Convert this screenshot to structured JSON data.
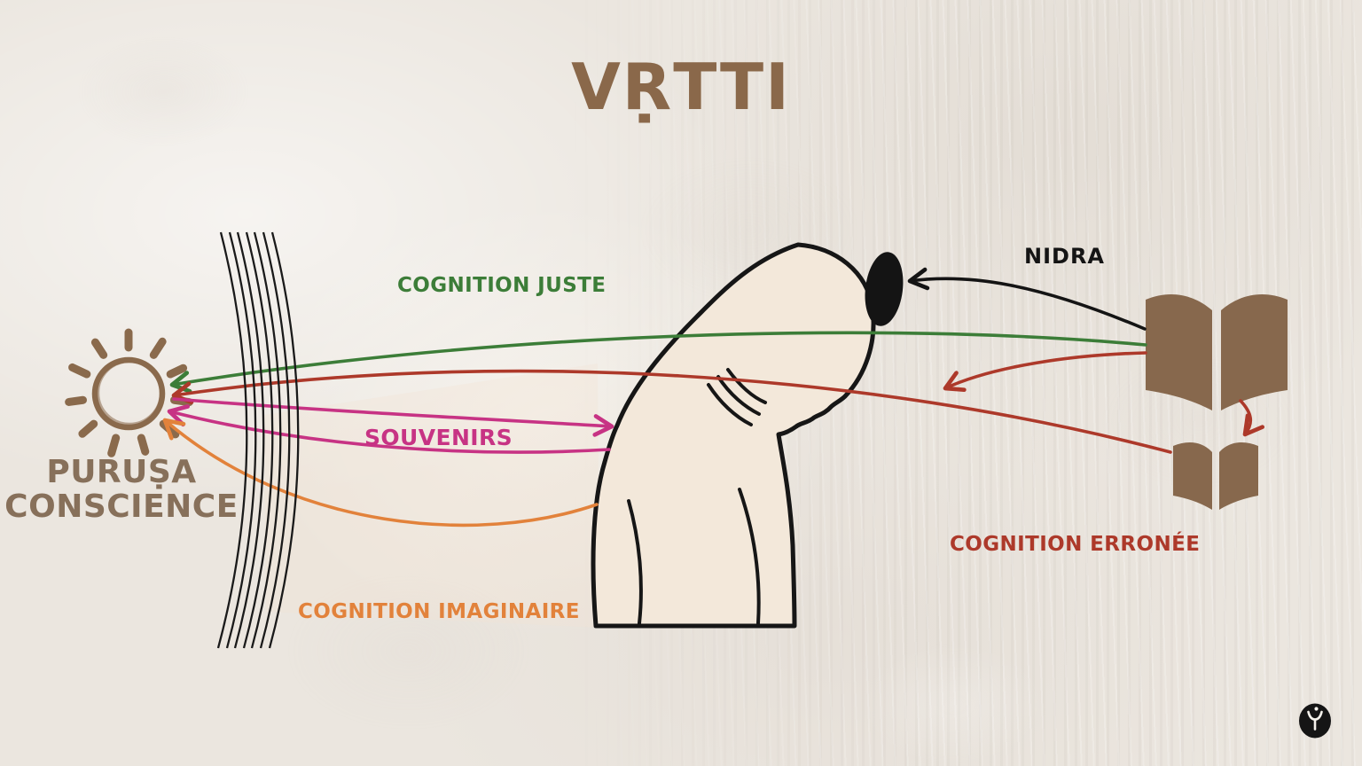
{
  "title": "VṚTTI",
  "purusha": {
    "line1": "PURUṢA",
    "line2": "CONSCIENCE"
  },
  "labels": {
    "cognition_juste": "COGNITION JUSTE",
    "souvenirs": "SOUVENIRS",
    "cognition_imaginaire": "COGNITION IMAGINAIRE",
    "cognition_erronee": "COGNITION ERRONÉE",
    "nidra": "NIDRA"
  },
  "icons": {
    "sun_icon": "hand-drawn sun representing Puruṣa / consciousness",
    "veil_lines": "seven curved lines forming a veil between consciousness and mind",
    "bowed_figure_icon": "human figure with bowed head representing the mind",
    "nidra_oval_icon": "black oval on the head representing sleep (nidrā)",
    "open_book_large_icon": "large open book (the real object)",
    "open_book_small_icon": "small open book (the distorted copy)",
    "brand_logo_icon": "black circle with white raised-arms person glyph"
  },
  "colors": {
    "background": "#ebe6df",
    "title_brown": "#8a684a",
    "purusha_brown": "#87705a",
    "book_brown": "#87684d",
    "figure_fill": "#f3e8da",
    "outline_black": "#161616",
    "green": "#3c7d38",
    "red": "#ad392a",
    "magenta": "#c73384",
    "orange": "#e2823b"
  },
  "arrows": [
    {
      "label": "COGNITION JUSTE",
      "color": "#3c7d38",
      "from": "open-book-large",
      "to": "purusha-sun"
    },
    {
      "label": "COGNITION ERRONÉE",
      "color": "#ad392a",
      "from": "open-book-small",
      "to": "purusha-sun"
    },
    {
      "label": "COGNITION ERRONÉE",
      "color": "#ad392a",
      "from": "open-book-large",
      "to": "erroneous-line"
    },
    {
      "label": "",
      "color": "#ad392a",
      "from": "open-book-large",
      "to": "open-book-small"
    },
    {
      "label": "SOUVENIRS",
      "color": "#c73384",
      "from": "purusha-sun",
      "to": "figure-back"
    },
    {
      "label": "SOUVENIRS",
      "color": "#c73384",
      "from": "figure-back",
      "to": "purusha-sun"
    },
    {
      "label": "COGNITION IMAGINAIRE",
      "color": "#e2823b",
      "from": "figure-back",
      "to": "purusha-sun"
    },
    {
      "label": "NIDRA",
      "color": "#1a1a1a",
      "from": "open-book-large",
      "to": "nidra-oval"
    }
  ]
}
